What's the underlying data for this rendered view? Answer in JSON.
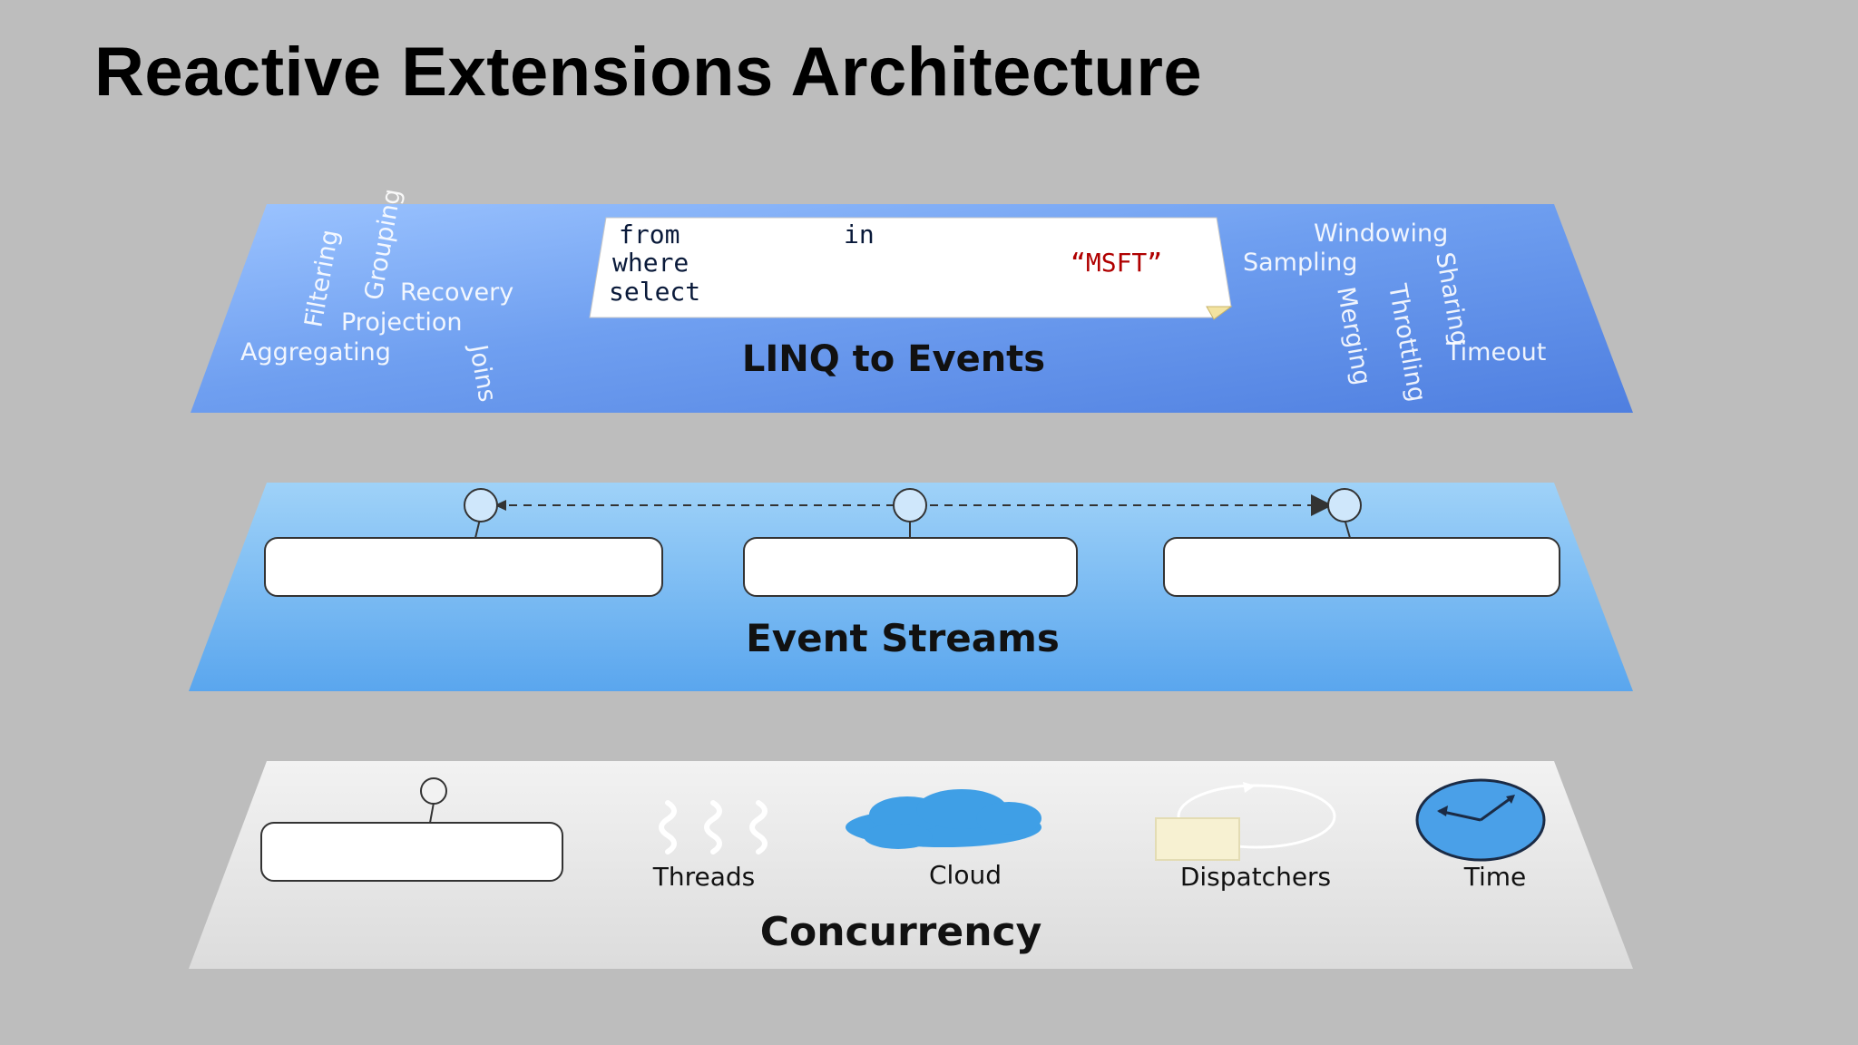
{
  "slide": {
    "title": "Reactive Extensions Architecture"
  },
  "linq_layer": {
    "title": "LINQ to Events",
    "code": {
      "from": "from",
      "in": "in",
      "where": "where",
      "literal": "“MSFT”",
      "select": "select"
    },
    "operators_left": {
      "filtering": "Filtering",
      "grouping": "Grouping",
      "recovery": "Recovery",
      "projection": "Projection",
      "aggregating": "Aggregating",
      "joins": "Joins"
    },
    "operators_right": {
      "windowing": "Windowing",
      "sampling": "Sampling",
      "sharing": "Sharing",
      "merging": "Merging",
      "throttling": "Throttling",
      "timeout": "Timeout"
    }
  },
  "streams_layer": {
    "title": "Event Streams"
  },
  "concurrency_layer": {
    "title": "Concurrency",
    "items": {
      "threads": "Threads",
      "cloud": "Cloud",
      "dispatchers": "Dispatchers",
      "time": "Time"
    }
  },
  "colors": {
    "background": "#bdbdbd",
    "linq_layer": "#6a9cf0",
    "streams_layer": "#78baf2",
    "concurrency_layer": "#e6e6e6",
    "literal_red": "#b00000",
    "cloud_blue": "#3f9fe6",
    "clock_blue": "#4aa0e8"
  }
}
